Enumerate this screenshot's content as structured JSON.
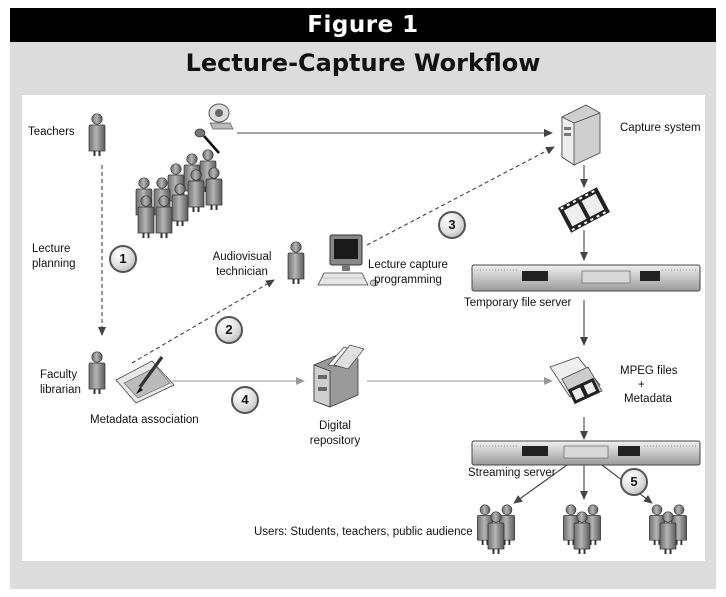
{
  "figure": {
    "header": "Figure 1",
    "title": "Lecture-Capture Workflow"
  },
  "labels": {
    "teachers": "Teachers",
    "lecture_planning_1": "Lecture",
    "lecture_planning_2": "planning",
    "faculty_1": "Faculty",
    "faculty_2": "librarian",
    "metadata_association": "Metadata association",
    "av_tech_1": "Audiovisual",
    "av_tech_2": "technician",
    "lcp_1": "Lecture capture",
    "lcp_2": "programming",
    "capture_system": "Capture system",
    "temp_server": "Temporary file server",
    "mpeg_1": "MPEG  files",
    "mpeg_2": "+",
    "mpeg_3": "Metadata",
    "digital_1": "Digital",
    "digital_2": "repository",
    "streaming_server": "Streaming server",
    "users": "Users: Students, teachers, public audience"
  },
  "steps": [
    "1",
    "2",
    "3",
    "4",
    "5"
  ],
  "colors": {
    "header_bg": "#000000",
    "frame_bg": "#dcdcdc",
    "canvas_bg": "#ffffff",
    "arrow": "#444444"
  }
}
